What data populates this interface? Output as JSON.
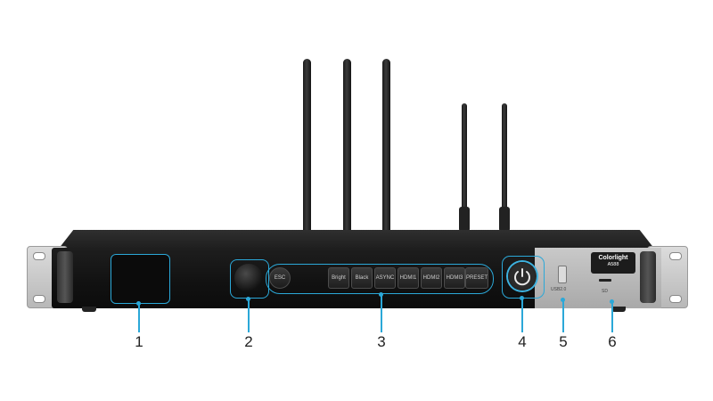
{
  "device": {
    "keys": {
      "esc": "ESC",
      "bright": "Bright",
      "black": "Black",
      "async": "ASYNC",
      "hdmi1": "HDMI1",
      "hdmi2": "HDMI2",
      "hdmi3": "HDMI3",
      "preset": "PRESET"
    },
    "usb_label": "USB2.0",
    "sd_label": "SD",
    "logo_brand": "Colorlight",
    "logo_model": "A588"
  },
  "callouts": [
    "1",
    "2",
    "3",
    "4",
    "5",
    "6"
  ],
  "colors": {
    "highlight": "#2ba8d8",
    "chassis": "#151515",
    "panel_silver": "#b8b8b8"
  },
  "icons": {
    "power": "power-icon"
  }
}
